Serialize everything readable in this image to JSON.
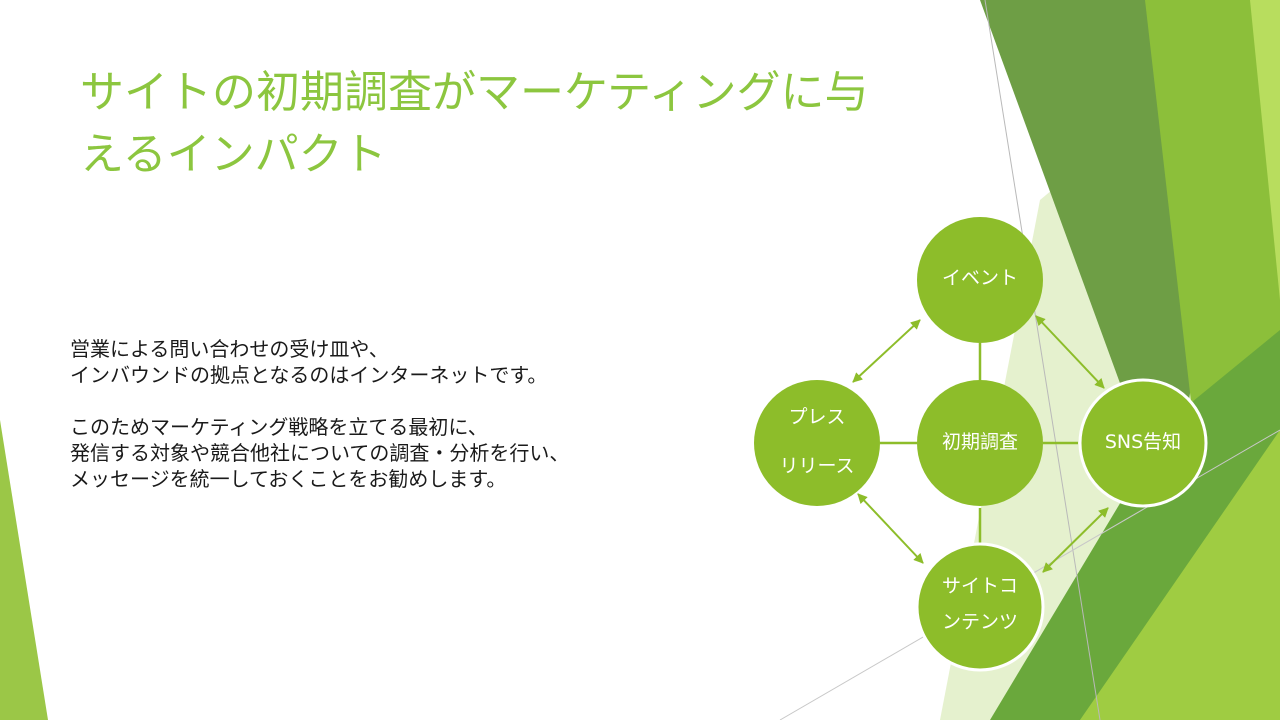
{
  "slide": {
    "title_line1": "サイトの初期調査がマーケティングに与",
    "title_line2": "えるインパクト",
    "body_para1": [
      "営業による問い合わせの受け皿や、",
      "インバウンドの拠点となるのはインターネットです。"
    ],
    "body_para2": [
      "このためマーケティング戦略を立てる最初に、",
      "発信する対象や競合他社についての調査・分析を行い、",
      "メッセージを統一しておくことをお勧めします。"
    ]
  },
  "diagram": {
    "nodes": {
      "center": {
        "lines": [
          "初期調査"
        ]
      },
      "top": {
        "lines": [
          "イベント"
        ]
      },
      "left": {
        "lines": [
          "プレス",
          "リリース"
        ]
      },
      "right": {
        "lines": [
          "SNS告知"
        ]
      },
      "bottom": {
        "lines": [
          "サイトコ",
          "ンテンツ"
        ]
      }
    }
  },
  "colors": {
    "accent": "#8cc63f",
    "node_fill": "#8dbd2a",
    "connector": "#8dbd2a",
    "dark_green": "#6a9a3c",
    "light_green": "#a3cd4a"
  }
}
